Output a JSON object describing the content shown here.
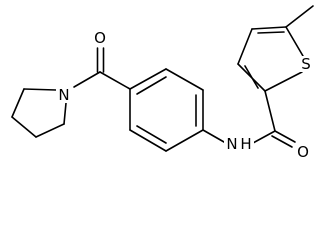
{
  "molecule": {
    "atoms": {
      "oxygen_top": "O",
      "nitrogen_ring": "N",
      "nitrogen_amide": "N",
      "hydrogen_amide": "H",
      "sulfur": "S",
      "oxygen_right": "O"
    }
  }
}
